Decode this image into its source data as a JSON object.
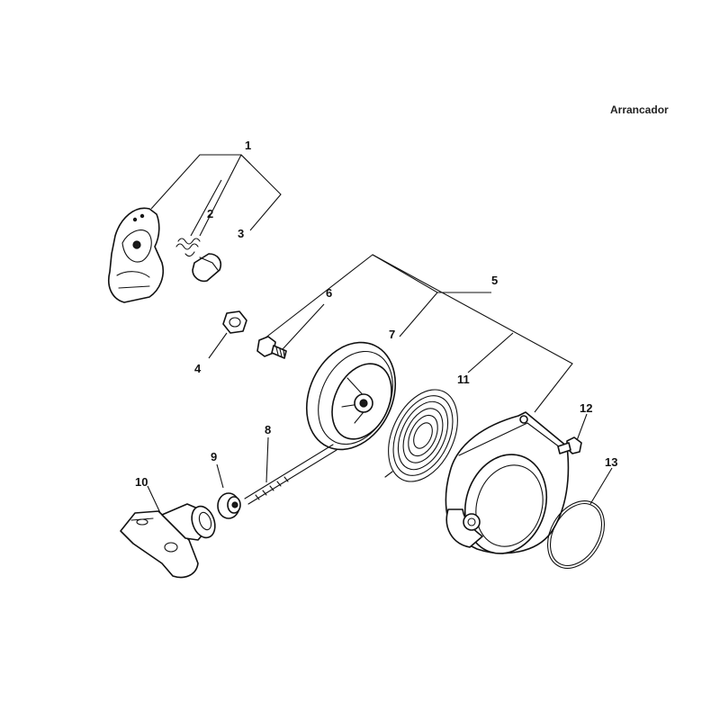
{
  "title": "Arrancador",
  "callouts": [
    "1",
    "2",
    "3",
    "4",
    "5",
    "6",
    "7",
    "8",
    "9",
    "10",
    "11",
    "12",
    "13"
  ]
}
